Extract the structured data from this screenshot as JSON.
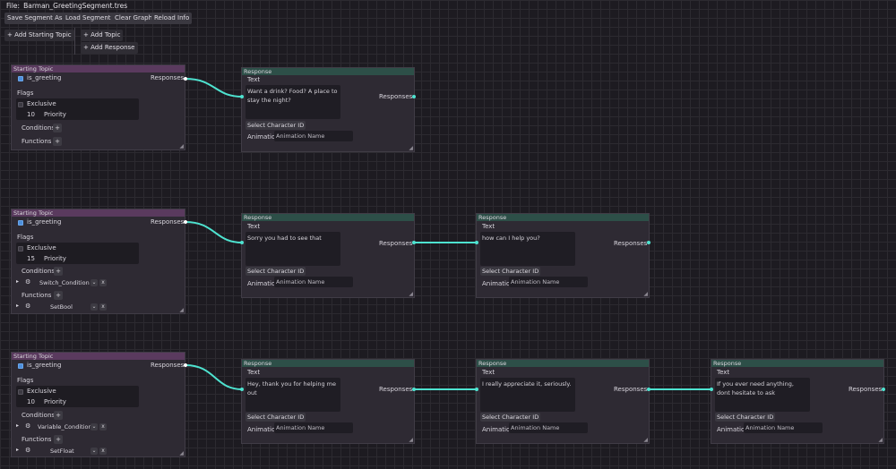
{
  "file": {
    "label": "File:",
    "name": "Barman_GreetingSegment.tres"
  },
  "toolbar": {
    "save": "Save Segment As...",
    "load": "Load  Segment",
    "clear": "Clear Graph",
    "reload": "Reload Info"
  },
  "adders": {
    "starting_topic": "+ Add Starting Topic",
    "topic": "+ Add Topic",
    "response": "+ Add Response"
  },
  "start_nodes": [
    {
      "title": "Starting Topic",
      "greeting": "is_greeting",
      "responses": "Responses",
      "flags": "Flags",
      "exclusive": "Exclusive",
      "priority_value": "10",
      "priority_label": "Priority",
      "conditions": "Conditions",
      "functions": "Functions",
      "condition_item": "",
      "function_item": ""
    },
    {
      "title": "Starting Topic",
      "greeting": "is_greeting",
      "responses": "Responses",
      "flags": "Flags",
      "exclusive": "Exclusive",
      "priority_value": "15",
      "priority_label": "Priority",
      "conditions": "Conditions",
      "functions": "Functions",
      "condition_item": "Switch_Condition",
      "function_item": "SetBool"
    },
    {
      "title": "Starting Topic",
      "greeting": "is_greeting",
      "responses": "Responses",
      "flags": "Flags",
      "exclusive": "Exclusive",
      "priority_value": "10",
      "priority_label": "Priority",
      "conditions": "Conditions",
      "functions": "Functions",
      "condition_item": "Variable_Condition",
      "function_item": "SetFloat"
    }
  ],
  "response_nodes": [
    {
      "title": "Response",
      "text_label": "Text",
      "text": "Want a drink? Food? A place to stay the night?",
      "responses": "Responses",
      "select_char": "Select Character ID",
      "anim_label": "Animation",
      "anim_placeholder": "Animation Name"
    },
    {
      "title": "Response",
      "text_label": "Text",
      "text": "Sorry you had to see that",
      "responses": "Responses",
      "select_char": "Select Character ID",
      "anim_label": "Animation",
      "anim_placeholder": "Animation Name"
    },
    {
      "title": "Response",
      "text_label": "Text",
      "text": "how can I help you?",
      "responses": "Responses",
      "select_char": "Select Character ID",
      "anim_label": "Animation",
      "anim_placeholder": "Animation Name"
    },
    {
      "title": "Response",
      "text_label": "Text",
      "text": "Hey, thank you for helping me out",
      "responses": "Responses",
      "select_char": "Select Character ID",
      "anim_label": "Animation",
      "anim_placeholder": "Animation Name"
    },
    {
      "title": "Response",
      "text_label": "Text",
      "text": "I really appreciate it, seriously.",
      "responses": "Responses",
      "select_char": "Select Character ID",
      "anim_label": "Animation",
      "anim_placeholder": "Animation Name"
    },
    {
      "title": "Response",
      "text_label": "Text",
      "text": "If you ever need anything, dont hesitate to ask",
      "responses": "Responses",
      "select_char": "Select Character ID",
      "anim_label": "Animation",
      "anim_placeholder": "Animation Name"
    }
  ],
  "icons": {
    "plus": "+",
    "chevron": "⌄",
    "close": "x",
    "arrow": "▸",
    "gear": "⚙",
    "grip": "◢"
  },
  "colors": {
    "start_header": "#5a3a5e",
    "response_header": "#2d4f48",
    "wire": "#4ee3d0"
  }
}
